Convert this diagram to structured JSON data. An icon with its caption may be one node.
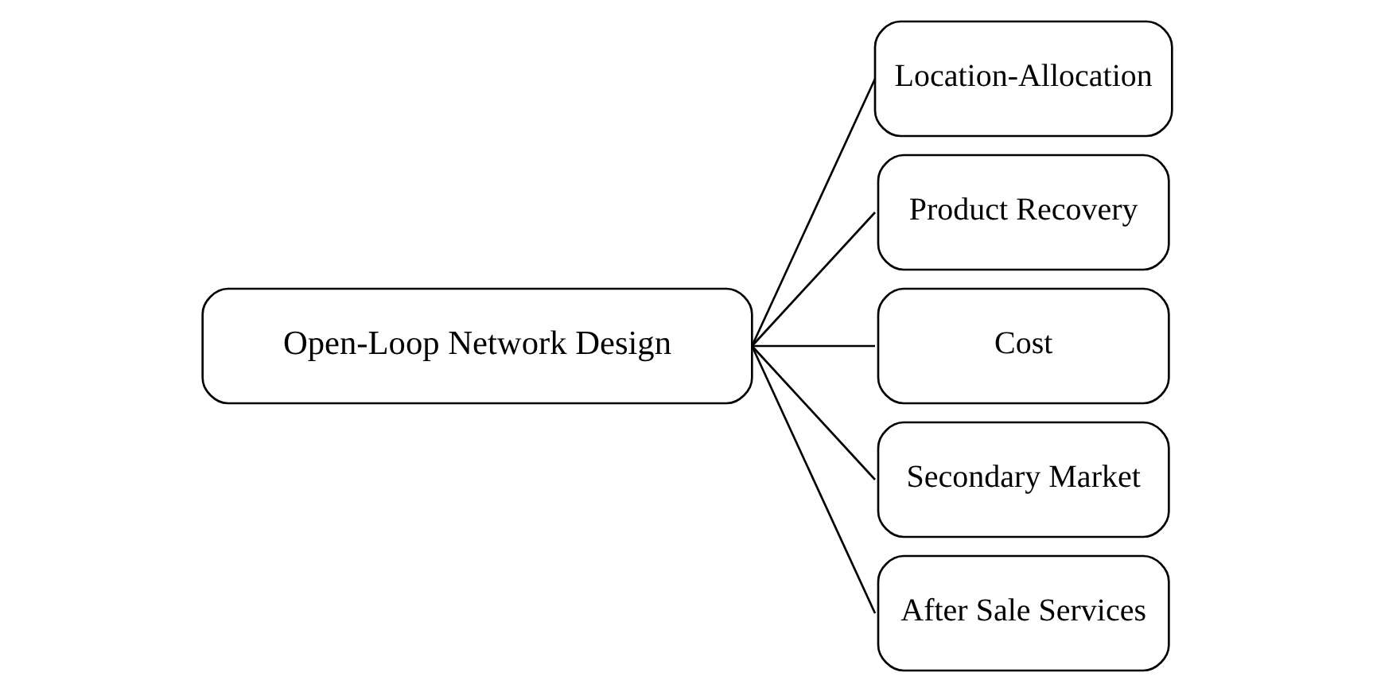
{
  "diagram": {
    "nodes": [
      {
        "text": [
          "Open-Loop Network Design"
        ]
      },
      {
        "text": [
          "Location-Allocation"
        ]
      },
      {
        "text": [
          "Product Recovery"
        ]
      },
      {
        "text": [
          "Cost"
        ]
      },
      {
        "text": [
          "Secondary Market"
        ]
      },
      {
        "text": [
          "After Sale Services"
        ]
      }
    ],
    "edges": [
      {
        "from": 0,
        "to": 1,
        "arrow": "none"
      },
      {
        "from": 0,
        "to": 2,
        "arrow": "none"
      },
      {
        "from": 0,
        "to": 3,
        "arrow": "none"
      },
      {
        "from": 0,
        "to": 4,
        "arrow": "none"
      },
      {
        "from": 0,
        "to": 5,
        "arrow": "none"
      }
    ]
  }
}
